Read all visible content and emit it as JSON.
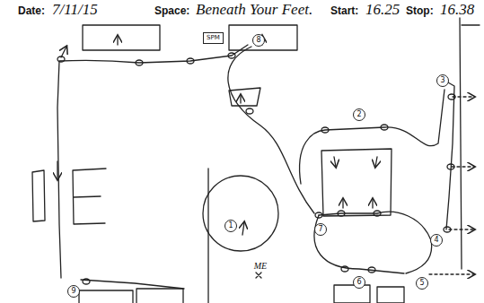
{
  "diagram": {
    "nodes": [
      {
        "text": [
          "SPM"
        ]
      }
    ],
    "labels": [
      "Date:",
      "7/11/15",
      "Space:",
      "Beneath Your Feet.",
      "Start:",
      "16.25",
      "Stop:",
      "16.38",
      "8",
      "3",
      "2",
      "1",
      "7",
      "4",
      "ME",
      "6",
      "5",
      "9"
    ]
  }
}
